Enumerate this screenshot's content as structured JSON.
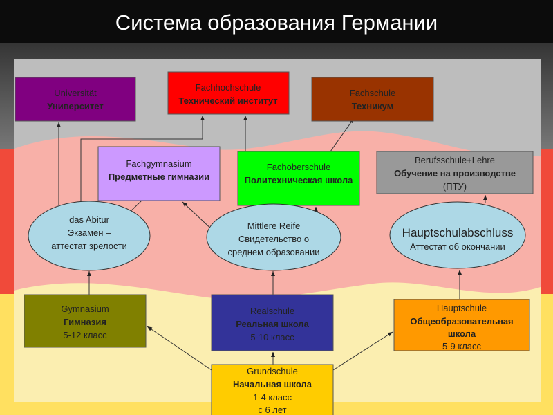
{
  "title": "Система образования Германии",
  "colors": {
    "university": "#800080",
    "fachhochschule": "#ff0000",
    "fachschule": "#993300",
    "fachgymnasium": "#cc99ff",
    "fachoberschule": "#00ff00",
    "berufsschule": "#999999",
    "gymnasium": "#808000",
    "realschule": "#333399",
    "hauptschule": "#ff9900",
    "grundschule": "#ffcc00",
    "certificate": "#add8e6"
  },
  "nodes": {
    "universitat": {
      "de": "Universität",
      "ru": "Университет"
    },
    "fachhochschule": {
      "de": "Fachhochschule",
      "ru": "Технический институт"
    },
    "fachschule": {
      "de": "Fachschule",
      "ru": "Техникум"
    },
    "fachgymnasium": {
      "de": "Fachgymnasium",
      "ru": "Предметные гимназии"
    },
    "fachoberschule": {
      "de": "Fachoberschule",
      "ru": "Политехническая школа"
    },
    "berufsschule": {
      "de": "Berufsschule+Lehre",
      "ru": "Обучение на производстве",
      "note": "(ПТУ)"
    },
    "abitur": {
      "line1": "das Abitur",
      "line2": "Экзамен –",
      "line3": "аттестат зрелости"
    },
    "mittlere_reife": {
      "line1": "Mittlere Reife",
      "line2": "Свидетельство о",
      "line3": "среднем образовании"
    },
    "hauptschulabschluss": {
      "line1": "Hauptschulabschluss",
      "line2": "Аттестат об окончании"
    },
    "gymnasium": {
      "de": "Gymnasium",
      "ru": "Гимназия",
      "grades": "5-12 класс"
    },
    "realschule": {
      "de": "Realschule",
      "ru": "Реальная школа",
      "grades": "5-10 класс"
    },
    "hauptschule": {
      "de": "Hauptschule",
      "ru1": "Общеобразовательная",
      "ru2": "школа",
      "grades": "5-9 класс"
    },
    "grundschule": {
      "de": "Grundschule",
      "ru": "Начальная школа",
      "grades": "1-4 класс",
      "age": "с 6 лет"
    }
  }
}
